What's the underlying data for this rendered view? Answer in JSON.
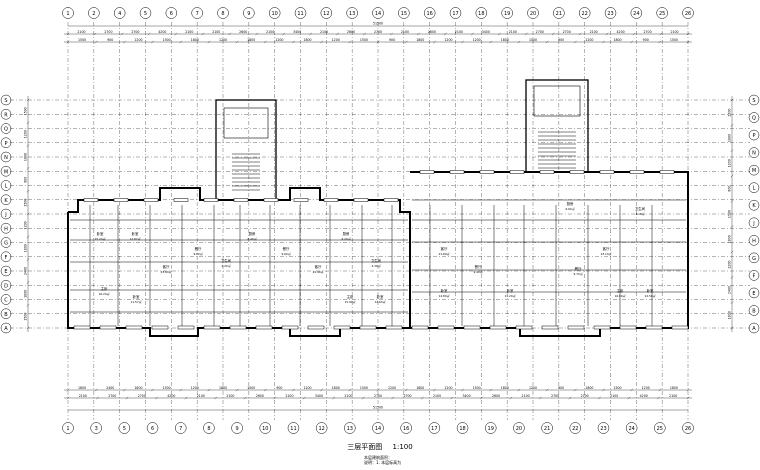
{
  "drawing": {
    "title": "三层平面图",
    "scale": "1:100",
    "note_line_1": "本层建筑面积：",
    "note_line_2": "说明：1. 本层标高为",
    "top_total_dim": "51500",
    "bottom_total_dim": "51500"
  },
  "axes": {
    "top_numbers": [
      "1",
      "2",
      "4",
      "5",
      "6",
      "7",
      "8",
      "9",
      "10",
      "11",
      "12",
      "13",
      "14",
      "15",
      "16",
      "17",
      "18",
      "19",
      "20",
      "21",
      "22",
      "23",
      "24",
      "25",
      "26"
    ],
    "bottom_numbers": [
      "1",
      "3",
      "5",
      "6",
      "7",
      "8",
      "9",
      "10",
      "11",
      "12",
      "13",
      "14",
      "16",
      "17",
      "18",
      "19",
      "20",
      "21",
      "22",
      "23",
      "24",
      "25",
      "26"
    ],
    "left_letters": [
      "S",
      "R",
      "Q",
      "P",
      "N",
      "M",
      "L",
      "K",
      "J",
      "H",
      "G",
      "F",
      "E",
      "D",
      "C",
      "B",
      "A"
    ],
    "right_letters": [
      "S",
      "Q",
      "P",
      "N",
      "M",
      "L",
      "K",
      "J",
      "H",
      "G",
      "F",
      "E",
      "B",
      "A"
    ]
  },
  "dims": {
    "top_row_1": [
      "2100",
      "2700",
      "2700",
      "4200",
      "2100",
      "2100",
      "2600",
      "2100",
      "3400",
      "2100",
      "2600",
      "2700",
      "2100",
      "2600",
      "2100",
      "3400",
      "2100",
      "2700",
      "2700",
      "2100",
      "4200",
      "2700",
      "2100"
    ],
    "top_row_2": [
      "1500",
      "900",
      "1200",
      "1500",
      "1800",
      "1200",
      "1800",
      "1200",
      "1800",
      "1200",
      "1500",
      "900",
      "1800",
      "1200",
      "1200",
      "1800",
      "1500",
      "900",
      "1200",
      "1800",
      "900",
      "1500"
    ],
    "bottom_row_1": [
      "1800",
      "2400",
      "1800",
      "1500",
      "1200",
      "1800",
      "1500",
      "900",
      "1200",
      "1800",
      "1500",
      "1200",
      "1800",
      "1200",
      "1500",
      "1800",
      "1200",
      "900",
      "1800",
      "1500",
      "1200",
      "1800"
    ],
    "bottom_row_2": [
      "2100",
      "2700",
      "2700",
      "4200",
      "2100",
      "2100",
      "2600",
      "2100",
      "3400",
      "2100",
      "2700",
      "2700",
      "2100",
      "3400",
      "2600",
      "2100",
      "2700",
      "2700",
      "2100",
      "4200",
      "2100"
    ],
    "left_side": [
      "1500",
      "1200",
      "1800",
      "900",
      "1500",
      "1200",
      "1800",
      "2400",
      "1800",
      "1500"
    ],
    "right_side": [
      "1500",
      "1800",
      "1200",
      "900",
      "1500",
      "1800",
      "1200",
      "2400",
      "1800"
    ]
  },
  "rooms": [
    "卧室",
    "卧室",
    "客厅",
    "餐厅",
    "厨房",
    "卫生间",
    "主卧",
    "卧室",
    "客厅",
    "餐厅",
    "厨房",
    "卫生间",
    "卧室",
    "主卧",
    "客厅",
    "餐厅",
    "卧室",
    "卧室",
    "客厅",
    "厨房",
    "卫生间",
    "卧室",
    "主卧",
    "餐厅"
  ],
  "room_areas": [
    "15.20㎡",
    "12.87㎡",
    "23.60㎡",
    "9.80㎡",
    "6.40㎡",
    "4.20㎡",
    "16.20㎡",
    "11.57㎡",
    "22.40㎡",
    "9.60㎡",
    "6.20㎡",
    "4.30㎡",
    "12.60㎡",
    "15.90㎡",
    "21.80㎡",
    "9.40㎡",
    "14.80㎡",
    "11.20㎡",
    "23.10㎡",
    "6.60㎡",
    "4.10㎡",
    "12.50㎡",
    "16.80㎡",
    "9.70㎡"
  ]
}
